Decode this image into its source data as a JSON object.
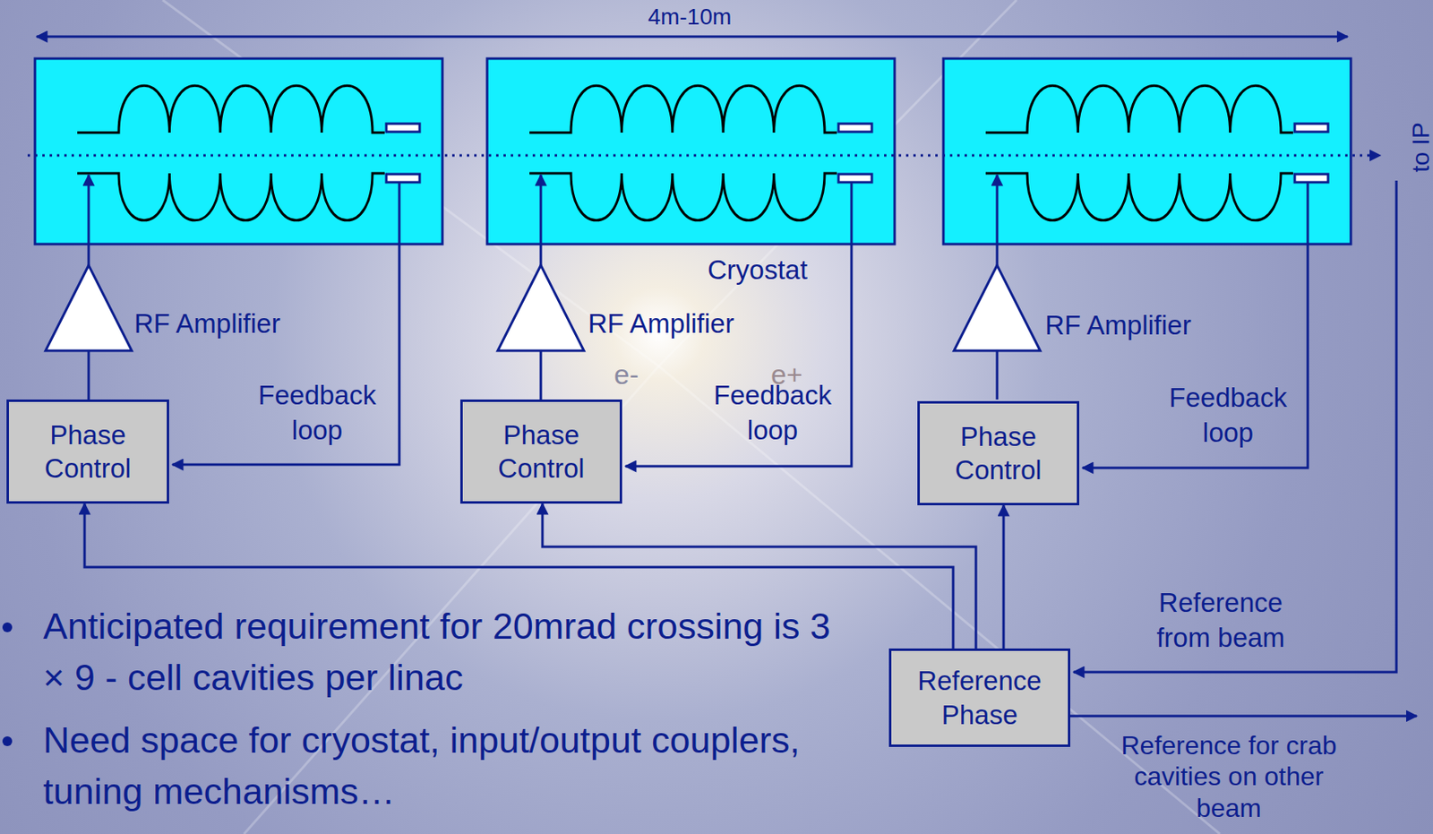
{
  "diagram": {
    "nodes": [
      {
        "text": [
          "Phase Control"
        ]
      },
      {
        "text": [
          "Phase Control"
        ]
      },
      {
        "text": [
          "Phase Control"
        ]
      },
      {
        "text": [
          "Reference Phase"
        ]
      }
    ],
    "edges": [
      {
        "from": 3,
        "to": 0,
        "arrow": "to"
      },
      {
        "from": 3,
        "to": 1,
        "arrow": "to"
      },
      {
        "from": 3,
        "to": 2,
        "arrow": "to"
      }
    ],
    "labels": [
      "4m-10m",
      "to IP",
      "Cryostat",
      "RF Amplifier",
      "RF Amplifier",
      "RF Amplifier",
      "Feedback loop",
      "Feedback loop",
      "Feedback loop",
      "e-",
      "e+",
      "Reference from beam",
      "Reference for crab cavities on other beam",
      "Anticipated requirement for 20mrad crossing is 3 × 9 - cell cavities per linac",
      "Need space for cryostat, input/output couplers, tuning mechanisms…"
    ]
  }
}
